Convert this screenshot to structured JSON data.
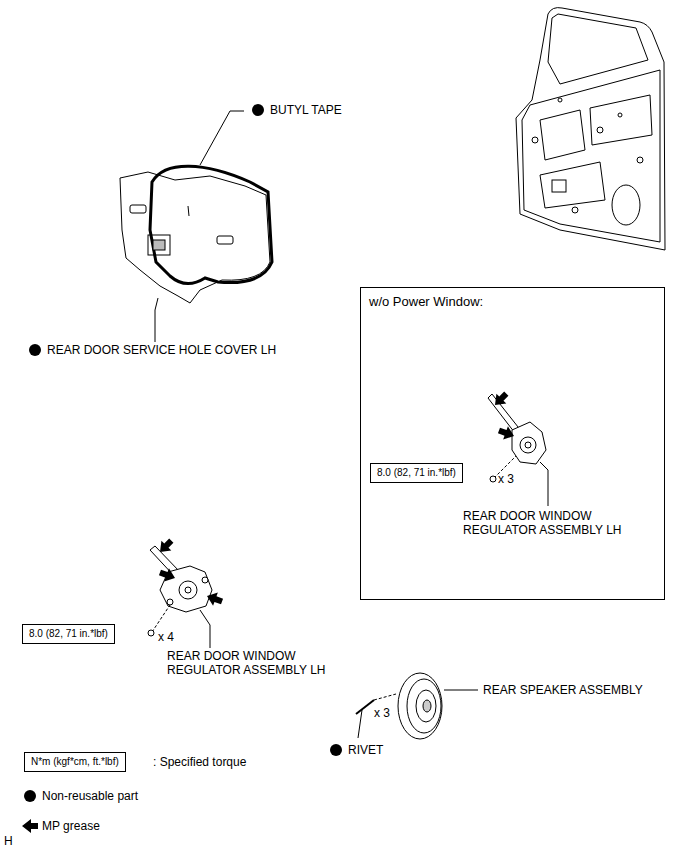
{
  "diagram": {
    "nodes": [
      {
        "text": [
          "w/o Power Window:"
        ]
      },
      {
        "text": [
          "8.0 (82, 71 in.*lbf)"
        ],
        "in": 0
      },
      {
        "text": [
          "8.0 (82, 71 in.*lbf)"
        ]
      },
      {
        "text": [
          "N*m (kgf*cm, ft.*lbf)"
        ]
      }
    ],
    "labels": [
      "BUTYL TAPE",
      "REAR DOOR SERVICE HOLE COVER LH",
      "x 3",
      "REAR DOOR WINDOW REGULATOR ASSEMBLY LH",
      "x 4",
      "REAR DOOR WINDOW REGULATOR ASSEMBLY LH",
      "REAR SPEAKER ASSEMBLY",
      "x 3",
      "RIVET",
      "H"
    ],
    "legend": [
      {
        "text": ": Specified torque"
      },
      {
        "text": "Non-reusable part"
      },
      {
        "text": "MP grease"
      }
    ]
  }
}
